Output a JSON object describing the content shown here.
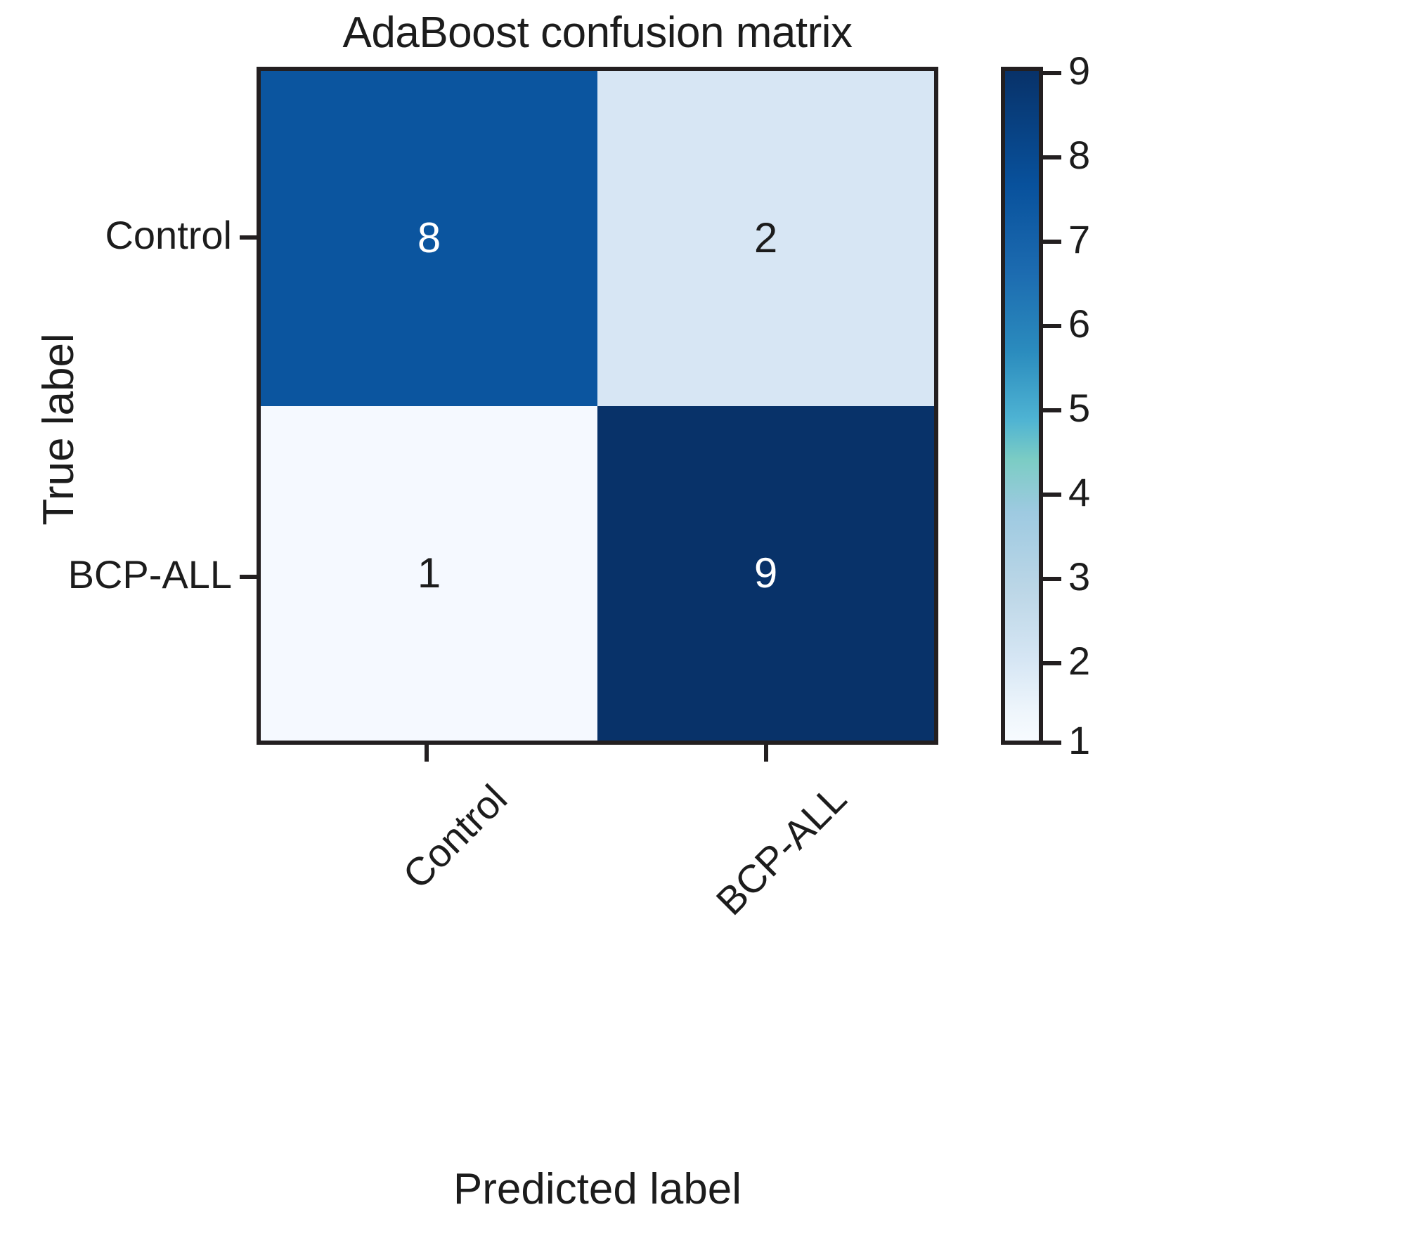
{
  "chart_data": {
    "type": "heatmap",
    "title": "AdaBoost confusion matrix",
    "xlabel": "Predicted label",
    "ylabel": "True label",
    "x_categories": [
      "Control",
      "BCP-ALL"
    ],
    "y_categories": [
      "Control",
      "BCP-ALL"
    ],
    "matrix": [
      [
        8,
        2
      ],
      [
        1,
        9
      ]
    ],
    "cells": [
      {
        "row": 0,
        "col": 0,
        "value": "8",
        "row_label": "Control",
        "col_label": "Control",
        "fill": "#0b559f",
        "text_color": "#ffffff"
      },
      {
        "row": 0,
        "col": 1,
        "value": "2",
        "row_label": "Control",
        "col_label": "BCP-ALL",
        "fill": "#d7e6f4",
        "text_color": "#1c1c1c"
      },
      {
        "row": 1,
        "col": 0,
        "value": "1",
        "row_label": "BCP-ALL",
        "col_label": "Control",
        "fill": "#f5f9ff",
        "text_color": "#1c1c1c"
      },
      {
        "row": 1,
        "col": 1,
        "value": "9",
        "row_label": "BCP-ALL",
        "col_label": "BCP-ALL",
        "fill": "#083269",
        "text_color": "#ffffff"
      }
    ],
    "colorbar": {
      "ticks": [
        "9",
        "8",
        "7",
        "6",
        "5",
        "4",
        "3",
        "2",
        "1"
      ],
      "vmin": 1,
      "vmax": 9,
      "colormap": "Blues",
      "position": "right",
      "orientation": "vertical"
    },
    "grid": false,
    "legend": false,
    "xtick_rotation": -45,
    "colors": {
      "axis": "#231f20",
      "text": "#1c1c1c",
      "background": "#ffffff",
      "cmap_low": "#f7fbff",
      "cmap_high": "#083269"
    }
  }
}
